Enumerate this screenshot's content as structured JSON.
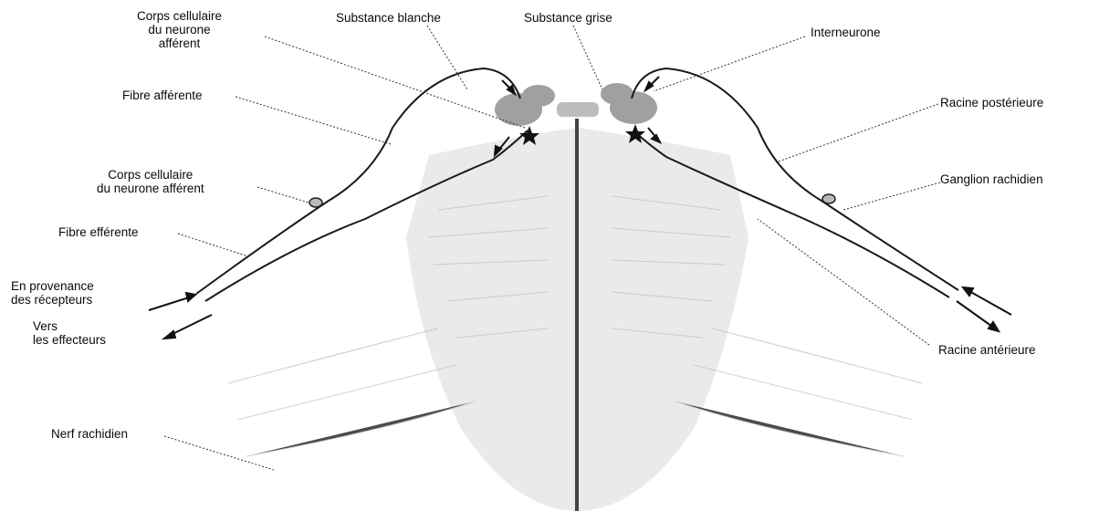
{
  "labels": {
    "corps_cellulaire_haut": [
      "Corps cellulaire",
      "du neurone",
      "afférent"
    ],
    "substance_blanche": "Substance blanche",
    "substance_grise": "Substance grise",
    "interneurone": "Interneurone",
    "fibre_afferente": "Fibre afférente",
    "racine_posterieure": "Racine postérieure",
    "corps_cellulaire_gauche": [
      "Corps cellulaire",
      "du neurone afférent"
    ],
    "ganglion_rachidien": "Ganglion rachidien",
    "fibre_efferente": "Fibre efférente",
    "en_provenance": [
      "En provenance",
      "des récepteurs"
    ],
    "vers_effecteurs": [
      "Vers",
      "les effecteurs"
    ],
    "racine_anterieure": "Racine antérieure",
    "nerf_rachidien": "Nerf rachidien"
  },
  "colors": {
    "line": "#1a1a1a",
    "tissue": "#c4c4c4",
    "grey_matter": "#9a9a9a"
  }
}
